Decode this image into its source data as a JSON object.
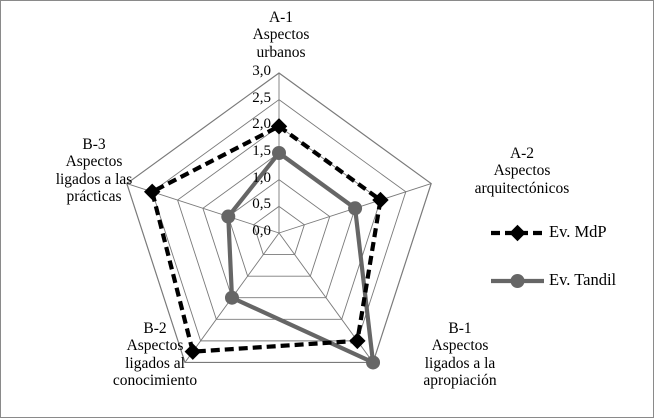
{
  "chart_data": {
    "type": "radar",
    "title": "",
    "categories": [
      "A-1 Aspectos urbanos",
      "A-2 Aspectos arquitectónicos",
      "B-1 Aspectos ligados a la apropiación",
      "B-2 Aspectos ligados al conocimiento",
      "B-3 Aspectos ligados a las prácticas"
    ],
    "series": [
      {
        "name": "Ev. MdP",
        "values": [
          2.0,
          2.0,
          2.5,
          2.75,
          2.5
        ],
        "color": "#000000",
        "line_style": "dashed",
        "marker": "diamond"
      },
      {
        "name": "Ev. Tandil",
        "values": [
          1.5,
          1.5,
          3.0,
          1.5,
          1.0
        ],
        "color": "#666666",
        "line_style": "solid",
        "marker": "circle"
      }
    ],
    "rlim": [
      0.0,
      3.0
    ],
    "rticks": [
      0.0,
      0.5,
      1.0,
      1.5,
      2.0,
      2.5,
      3.0
    ],
    "rtick_labels": [
      "0,0",
      "0,5",
      "1,0",
      "1,5",
      "2,0",
      "2,5",
      "3,0"
    ],
    "grid": true,
    "legend_position": "right"
  },
  "axis_titles": {
    "a1": "A-1\nAspectos\nurbanos",
    "a2": "A-2\nAspectos\narquitectónicos",
    "b1": "B-1\nAspectos\nligados a la\napropiación",
    "b2": "B-2\nAspectos\nligados al\nconocimiento",
    "b3": "B-3\nAspectos\nligados a las\nprácticas"
  },
  "tick_labels": {
    "t0": "0,0",
    "t1": "0,5",
    "t2": "1,0",
    "t3": "1,5",
    "t4": "2,0",
    "t5": "2,5",
    "t6": "3,0"
  },
  "legend": {
    "mdp": "Ev. MdP",
    "tandil": "Ev. Tandil"
  },
  "colors": {
    "mdp": "#000000",
    "tandil": "#666666",
    "grid": "#7a7a7a",
    "border": "#8a8a8a",
    "background": "#ffffff"
  }
}
